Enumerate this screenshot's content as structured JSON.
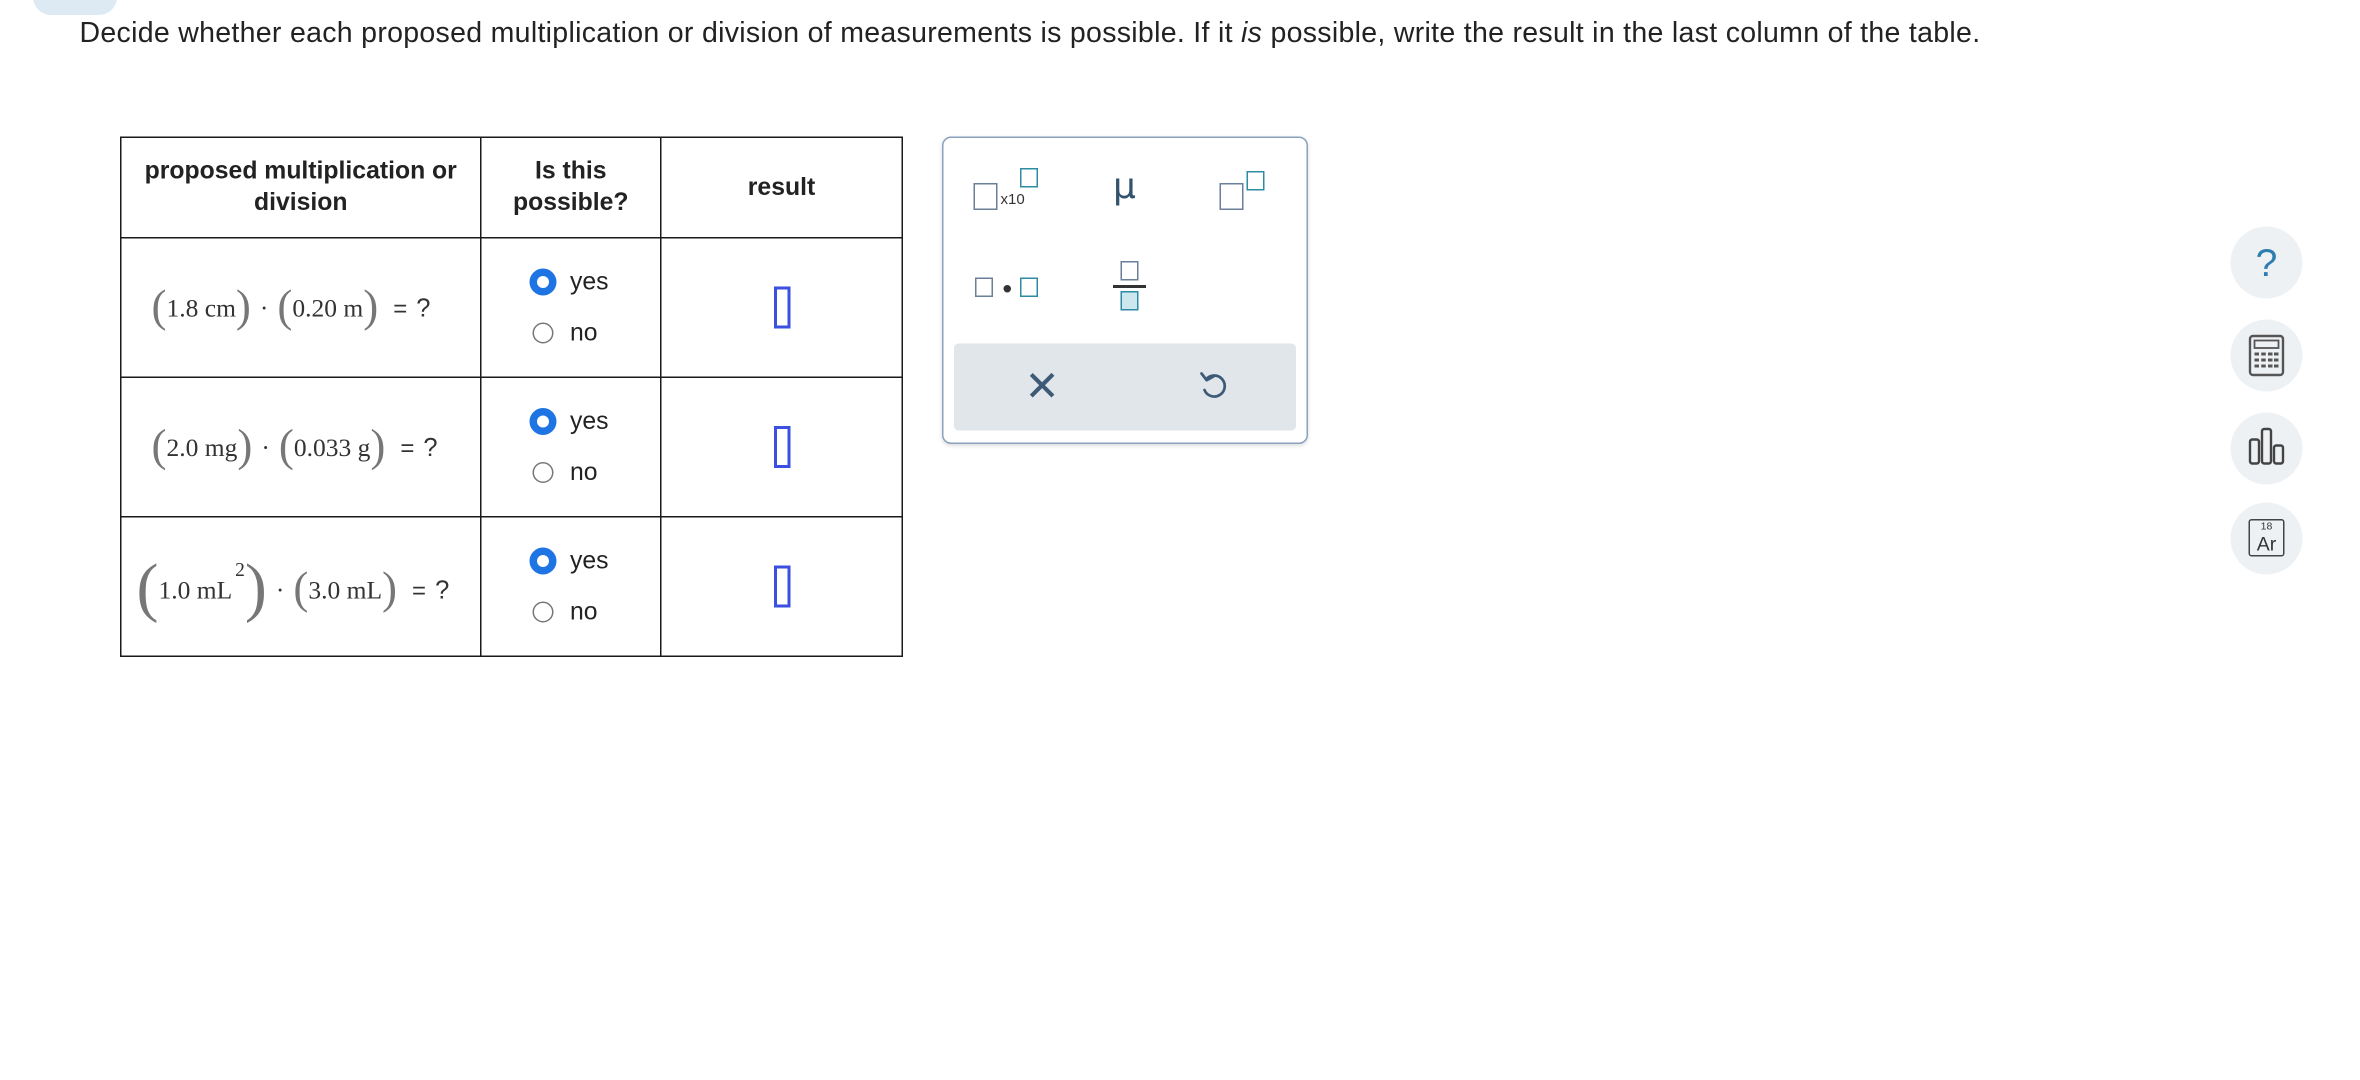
{
  "instructions": {
    "part1": "Decide whether each proposed multiplication or division of measurements is possible. If it ",
    "emphasis": "is",
    "part2": " possible, write the result in the last column of the table."
  },
  "table": {
    "headers": [
      "proposed multiplication or division",
      "Is this possible?",
      "result"
    ],
    "rows": [
      {
        "a_value": "1.8",
        "a_unit": "cm",
        "b_value": "0.20",
        "b_unit": "m",
        "equals": "=",
        "query": "?",
        "option_yes": "yes",
        "option_no": "no",
        "selected": "yes"
      },
      {
        "a_value": "2.0",
        "a_unit": "mg",
        "b_value": "0.033",
        "b_unit": "g",
        "equals": "=",
        "query": "?",
        "option_yes": "yes",
        "option_no": "no",
        "selected": "yes"
      },
      {
        "a_value": "1.0",
        "a_unit": "mL",
        "a_exponent": "2",
        "b_value": "3.0",
        "b_unit": "mL",
        "equals": "=",
        "query": "?",
        "option_yes": "yes",
        "option_no": "no",
        "selected": "yes"
      }
    ],
    "operator": "·"
  },
  "palette": {
    "x10_label": "x10",
    "mu_symbol": "μ",
    "buttons": [
      "scientific-notation",
      "mu",
      "superscript",
      "multiply-dot",
      "fraction",
      "clear",
      "undo"
    ]
  },
  "side_tools": [
    {
      "name": "help",
      "glyph": "?"
    },
    {
      "name": "calculator"
    },
    {
      "name": "data-chart"
    },
    {
      "name": "periodic-table",
      "number": "18",
      "symbol": "Ar"
    }
  ],
  "colors": {
    "accent": "#1f74e4",
    "answer_box": "#3b4fe0",
    "palette_teal": "#2d8ca4",
    "tray": "#e1e6ea"
  }
}
